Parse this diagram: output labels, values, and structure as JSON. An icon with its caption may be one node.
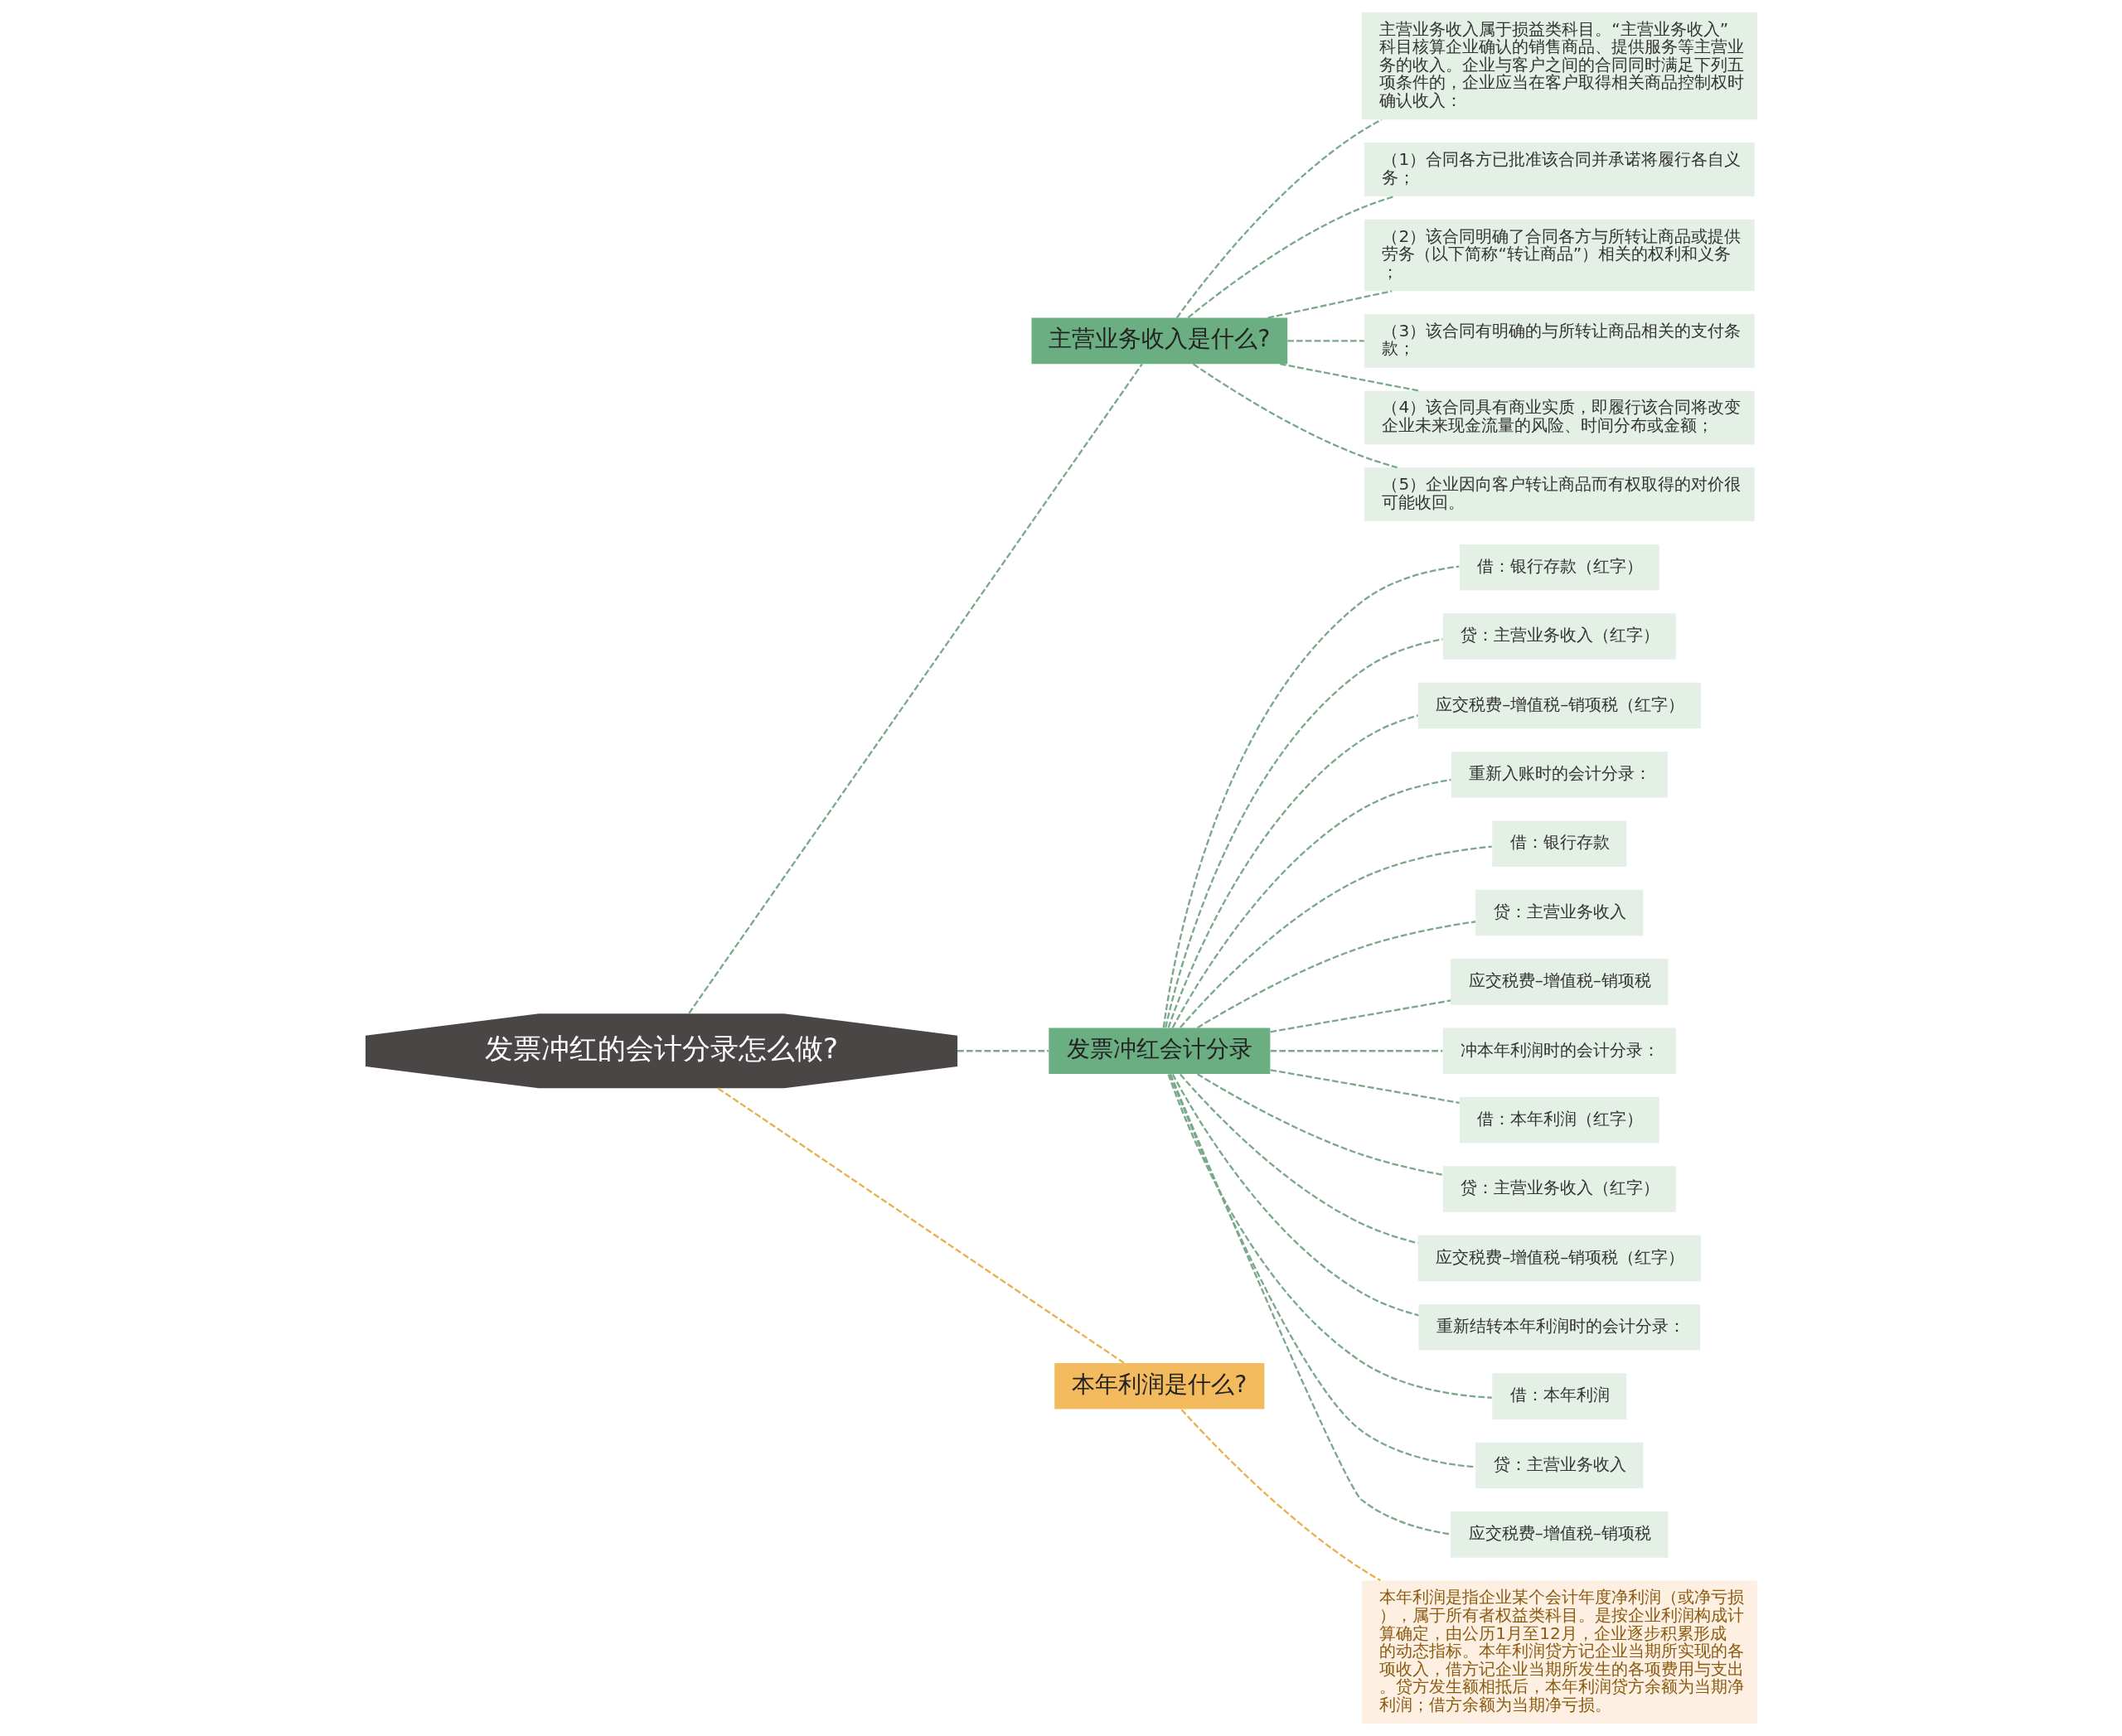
{
  "diagram": {
    "nodes": [
      {
        "text": [
          "发票冲红的会计分录怎么做?"
        ]
      },
      {
        "text": [
          "主营业务收入是什么?"
        ]
      },
      {
        "text": [
          "主营业务收入属于损益类科目。“主营业务收入”科目核算企业确认的销售商品、提供服务等主营业务的收入。企业与客户之间的合同同时满足下列五项条件的，企业应当在客户取得相关商品控制权时确认收入："
        ]
      },
      {
        "text": [
          "（1）合同各方已批准该合同并承诺将履行各自义务；"
        ]
      },
      {
        "text": [
          "（2）该合同明确了合同各方与所转让商品或提供劳务（以下简称“转让商品”）相关的权利和义务；"
        ]
      },
      {
        "text": [
          "（3）该合同有明确的与所转让商品相关的支付条款；"
        ]
      },
      {
        "text": [
          "（4）该合同具有商业实质，即履行该合同将改变企业未来现金流量的风险、时间分布或金额；"
        ]
      },
      {
        "text": [
          "（5）企业因向客户转让商品而有权取得的对价很可能收回。"
        ]
      },
      {
        "text": [
          "发票冲红会计分录"
        ]
      },
      {
        "text": [
          "借：银行存款（红字）"
        ]
      },
      {
        "text": [
          "贷：主营业务收入（红字）"
        ]
      },
      {
        "text": [
          "应交税费–增值税–销项税（红字）"
        ]
      },
      {
        "text": [
          "重新入账时的会计分录："
        ]
      },
      {
        "text": [
          "借：银行存款"
        ]
      },
      {
        "text": [
          "贷：主营业务收入"
        ]
      },
      {
        "text": [
          "应交税费–增值税–销项税"
        ]
      },
      {
        "text": [
          "冲本年利润时的会计分录："
        ]
      },
      {
        "text": [
          "借：本年利润（红字）"
        ]
      },
      {
        "text": [
          "贷：主营业务收入（红字）"
        ]
      },
      {
        "text": [
          "应交税费–增值税–销项税（红字）"
        ]
      },
      {
        "text": [
          "重新结转本年利润时的会计分录："
        ]
      },
      {
        "text": [
          "借：本年利润"
        ]
      },
      {
        "text": [
          "贷：主营业务收入"
        ]
      },
      {
        "text": [
          "应交税费–增值税–销项税"
        ]
      },
      {
        "text": [
          "本年利润是什么?"
        ]
      },
      {
        "text": [
          "本年利润是指企业某个会计年度净利润（或净亏损），属于所有者权益类科目。是按企业利润构成计算确定，由公历1月至12月，企业逐步积累形成的动态指标。本年利润贷方记企业当期所实现的各项收入，借方记企业当期所发生的各项费用与支出。贷方发生额相抵后，本年利润贷方余额为当期净利润；借方余额为当期净亏损。"
        ]
      }
    ],
    "edges": [
      {
        "from": 0,
        "to": 1,
        "arrow": "none",
        "style": "dashed"
      },
      {
        "from": 1,
        "to": 2,
        "arrow": "none",
        "style": "dashed"
      },
      {
        "from": 1,
        "to": 3,
        "arrow": "none",
        "style": "dashed"
      },
      {
        "from": 1,
        "to": 4,
        "arrow": "none",
        "style": "dashed"
      },
      {
        "from": 1,
        "to": 5,
        "arrow": "none",
        "style": "dashed"
      },
      {
        "from": 1,
        "to": 6,
        "arrow": "none",
        "style": "dashed"
      },
      {
        "from": 1,
        "to": 7,
        "arrow": "none",
        "style": "dashed"
      },
      {
        "from": 0,
        "to": 8,
        "arrow": "none",
        "style": "dashed"
      },
      {
        "from": 8,
        "to": 9,
        "arrow": "none",
        "style": "dashed"
      },
      {
        "from": 8,
        "to": 10,
        "arrow": "none",
        "style": "dashed"
      },
      {
        "from": 8,
        "to": 11,
        "arrow": "none",
        "style": "dashed"
      },
      {
        "from": 8,
        "to": 12,
        "arrow": "none",
        "style": "dashed"
      },
      {
        "from": 8,
        "to": 13,
        "arrow": "none",
        "style": "dashed"
      },
      {
        "from": 8,
        "to": 14,
        "arrow": "none",
        "style": "dashed"
      },
      {
        "from": 8,
        "to": 15,
        "arrow": "none",
        "style": "dashed"
      },
      {
        "from": 8,
        "to": 16,
        "arrow": "none",
        "style": "dashed"
      },
      {
        "from": 8,
        "to": 17,
        "arrow": "none",
        "style": "dashed"
      },
      {
        "from": 8,
        "to": 18,
        "arrow": "none",
        "style": "dashed"
      },
      {
        "from": 8,
        "to": 19,
        "arrow": "none",
        "style": "dashed"
      },
      {
        "from": 8,
        "to": 20,
        "arrow": "none",
        "style": "dashed"
      },
      {
        "from": 8,
        "to": 21,
        "arrow": "none",
        "style": "dashed"
      },
      {
        "from": 8,
        "to": 22,
        "arrow": "none",
        "style": "dashed"
      },
      {
        "from": 8,
        "to": 23,
        "arrow": "none",
        "style": "dashed"
      },
      {
        "from": 0,
        "to": 24,
        "arrow": "none",
        "style": "dashed",
        "color": "#e8b04f"
      },
      {
        "from": 24,
        "to": 25,
        "arrow": "none",
        "style": "dashed",
        "color": "#e8b04f"
      }
    ]
  }
}
